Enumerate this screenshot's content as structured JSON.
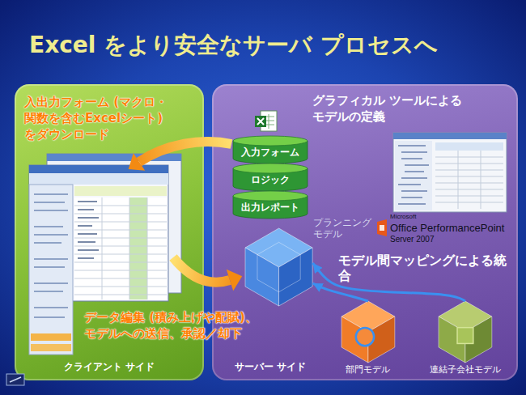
{
  "diagram": {
    "title": "Excel をより安全なサーバ プロセスへ",
    "nodes": [
      {
        "text": [
          "クライアント サイド"
        ]
      },
      {
        "text": [
          "サーバー サイド"
        ]
      },
      {
        "text": [
          "入力フォーム"
        ],
        "in": 1
      },
      {
        "text": [
          "ロジック"
        ],
        "in": 1
      },
      {
        "text": [
          "出力レポート"
        ],
        "in": 1
      },
      {
        "text": [
          "プランニング モデル"
        ],
        "in": 1
      },
      {
        "text": [
          "部門モデル"
        ],
        "in": 1
      },
      {
        "text": [
          "連結子会社モデル"
        ],
        "in": 1
      }
    ],
    "edges": [
      {
        "from": 6,
        "to": 5,
        "arrow": "to"
      },
      {
        "from": 7,
        "to": 5,
        "arrow": "to"
      }
    ],
    "labels": [
      "入出力フォーム (マクロ・関数を含むExcelシート) をダウンロード",
      "グラフィカル ツールによる モデルの定義",
      "Microsoft",
      "Office PerformancePoint",
      "Server 2007",
      "モデル間マッピングによる統合",
      "データ編集 (積み上げや配賦)、 モデルへの送信、承認／却下"
    ]
  }
}
